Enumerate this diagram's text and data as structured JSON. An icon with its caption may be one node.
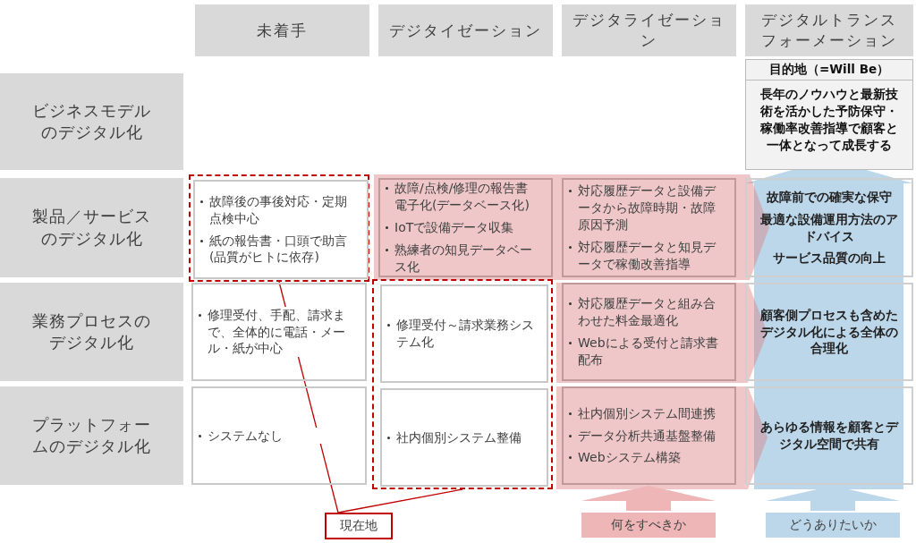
{
  "diagram": {
    "nodes": [
      {
        "text": [
          "未着手"
        ]
      },
      {
        "text": [
          "デジタイゼーション"
        ]
      },
      {
        "text": [
          "デジタライゼーション"
        ]
      },
      {
        "text": [
          "デジタルトランスフォーメーション"
        ]
      },
      {
        "text": [
          "目的地（=Will Be）",
          "長年のノウハウと最新技術を活かした予防保守・稼働率改善指導で顧客と一体となって成長する"
        ]
      },
      {
        "text": [
          "ビジネスモデルのデジタル化"
        ]
      },
      {
        "text": [
          "製品／サービスのデジタル化"
        ]
      },
      {
        "text": [],
        "shape": "box"
      },
      {
        "text": [
          "故障後の事後対応・定期点検中心",
          "紙の報告書・口頭で助言(品質がヒトに依存)"
        ],
        "in": 7
      },
      {
        "text": [
          "故障/点検/修理の報告書電子化(データベース化)",
          "IoTで設備データ収集",
          "熟練者の知見データベース化"
        ]
      },
      {
        "text": [
          "対応履歴データと設備データから故障時期・故障原因予測",
          "対応履歴データと知見データで稼働改善指導"
        ]
      },
      {
        "text": [
          "故障前での確実な保守",
          "最適な設備運用方法のアドバイス",
          "サービス品質の向上"
        ]
      },
      {
        "text": [
          "業務プロセスのデジタル化"
        ]
      },
      {
        "text": [
          "修理受付、手配、請求まで、全体的に電話・メール・紙が中心"
        ]
      },
      {
        "text": [],
        "shape": "box"
      },
      {
        "text": [
          "修理受付～請求業務システム化"
        ],
        "in": 14
      },
      {
        "text": [
          "対応履歴データと組み合わせた料金最適化",
          "Webによる受付と請求書配布"
        ]
      },
      {
        "text": [
          "顧客側プロセスも含めたデジタル化による全体の合理化"
        ]
      },
      {
        "text": [
          "プラットフォームのデジタル化"
        ]
      },
      {
        "text": [
          "システムなし"
        ]
      },
      {
        "text": [
          "社内個別システム整備"
        ],
        "in": 14
      },
      {
        "text": [
          "社内個別システム間連携",
          "データ分析共通基盤整備",
          "Webシステム構築"
        ]
      },
      {
        "text": [
          "あらゆる情報を顧客とデジタル空間で共有"
        ]
      },
      {
        "text": [
          "現在地"
        ]
      },
      {
        "text": [
          "何をすべきか"
        ]
      },
      {
        "text": [
          "どうありたいか"
        ]
      }
    ],
    "edges": [
      {
        "from": 23,
        "to": 7,
        "arrow": "none"
      },
      {
        "from": 23,
        "to": 14,
        "arrow": "none"
      },
      {
        "from": 24,
        "to": 21,
        "arrow": "to",
        "style": "thick",
        "color": "#efb6b8"
      },
      {
        "from": 25,
        "to": 22,
        "arrow": "to",
        "style": "thick",
        "color": "#bdd7ea"
      }
    ]
  }
}
